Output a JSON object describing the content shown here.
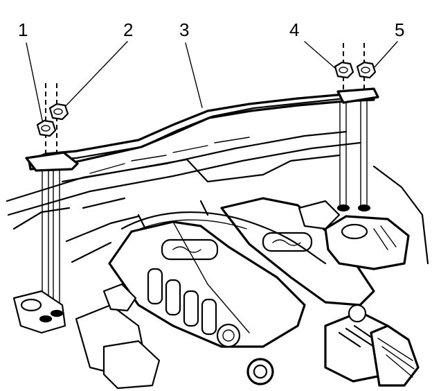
{
  "callouts": [
    {
      "id": "1",
      "label": "1"
    },
    {
      "id": "2",
      "label": "2"
    },
    {
      "id": "3",
      "label": "3"
    },
    {
      "id": "4",
      "label": "4"
    },
    {
      "id": "5",
      "label": "5"
    }
  ],
  "colors": {
    "ink": "#000000",
    "paper": "#ffffff"
  }
}
